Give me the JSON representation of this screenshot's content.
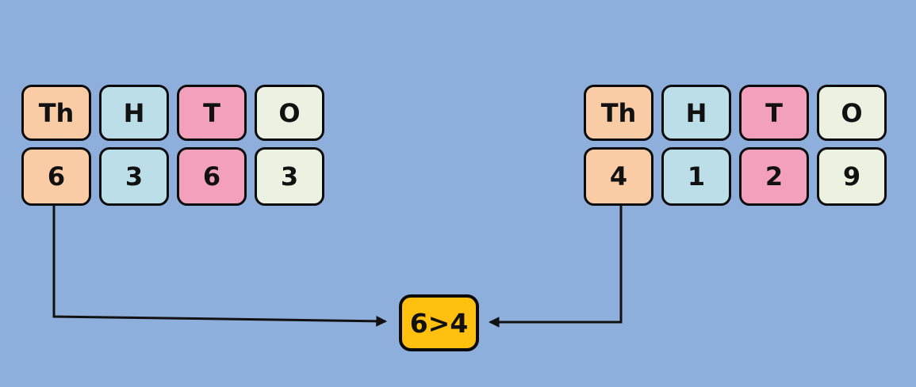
{
  "canvas": {
    "background": "#8EAEDC"
  },
  "columns": [
    {
      "key": "thousands",
      "label": "Th",
      "color": "#F9CCA6"
    },
    {
      "key": "hundreds",
      "label": "H",
      "color": "#BCDEE8"
    },
    {
      "key": "tens",
      "label": "T",
      "color": "#F2A0BC"
    },
    {
      "key": "ones",
      "label": "O",
      "color": "#EDF1E1"
    }
  ],
  "left_number": {
    "digits": [
      "6",
      "3",
      "6",
      "3"
    ]
  },
  "right_number": {
    "digits": [
      "4",
      "1",
      "2",
      "9"
    ]
  },
  "comparison": {
    "label": "6>4",
    "fill": "#FFC010",
    "compared_place": "thousands"
  }
}
